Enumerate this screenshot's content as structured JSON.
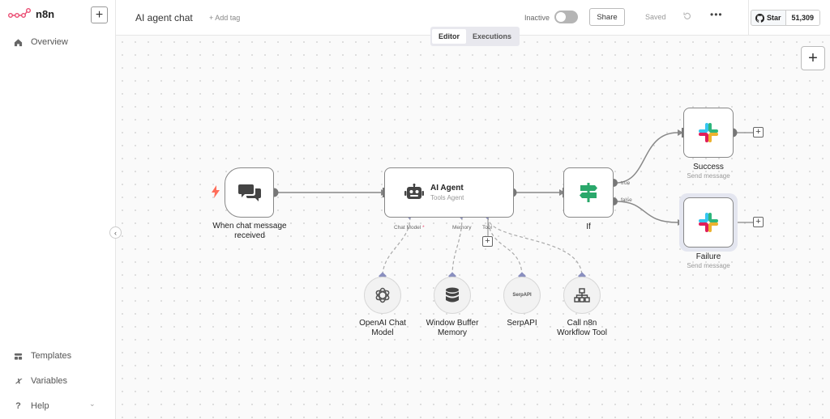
{
  "brand": {
    "name": "n8n",
    "accent": "#ea4b71"
  },
  "sidebar": {
    "add_label": "+",
    "items": [
      {
        "label": "Overview",
        "icon": "home-icon"
      },
      {
        "label": "Templates",
        "icon": "templates-icon"
      },
      {
        "label": "Variables",
        "icon": "variables-icon"
      },
      {
        "label": "Help",
        "icon": "help-icon"
      }
    ]
  },
  "header": {
    "title": "AI agent chat",
    "add_tag": "+ Add tag",
    "status_label": "Inactive",
    "share_label": "Share",
    "saved_label": "Saved",
    "more_label": "•••",
    "github": {
      "star_label": "Star",
      "count": "51,309"
    }
  },
  "tabs": [
    {
      "label": "Editor",
      "active": true
    },
    {
      "label": "Executions",
      "active": false
    }
  ],
  "nodes": {
    "trigger": {
      "label": "When chat message received"
    },
    "agent": {
      "label": "AI Agent",
      "sub": "Tools Agent"
    },
    "if": {
      "label": "If"
    },
    "success": {
      "label": "Success",
      "sub": "Send message"
    },
    "failure": {
      "label": "Failure",
      "sub": "Send message"
    },
    "openai": {
      "label": "OpenAI Chat Model"
    },
    "memory": {
      "label": "Window Buffer Memory"
    },
    "serpapi": {
      "label": "SerpAPI",
      "icon_text": "SerpAPI"
    },
    "workflow_tool": {
      "label": "Call n8n Workflow Tool"
    }
  },
  "ports": {
    "chat_model": "Chat Model",
    "required_mark": "*",
    "memory": "Memory",
    "tool": "Tool",
    "true": "true",
    "false": "false"
  }
}
